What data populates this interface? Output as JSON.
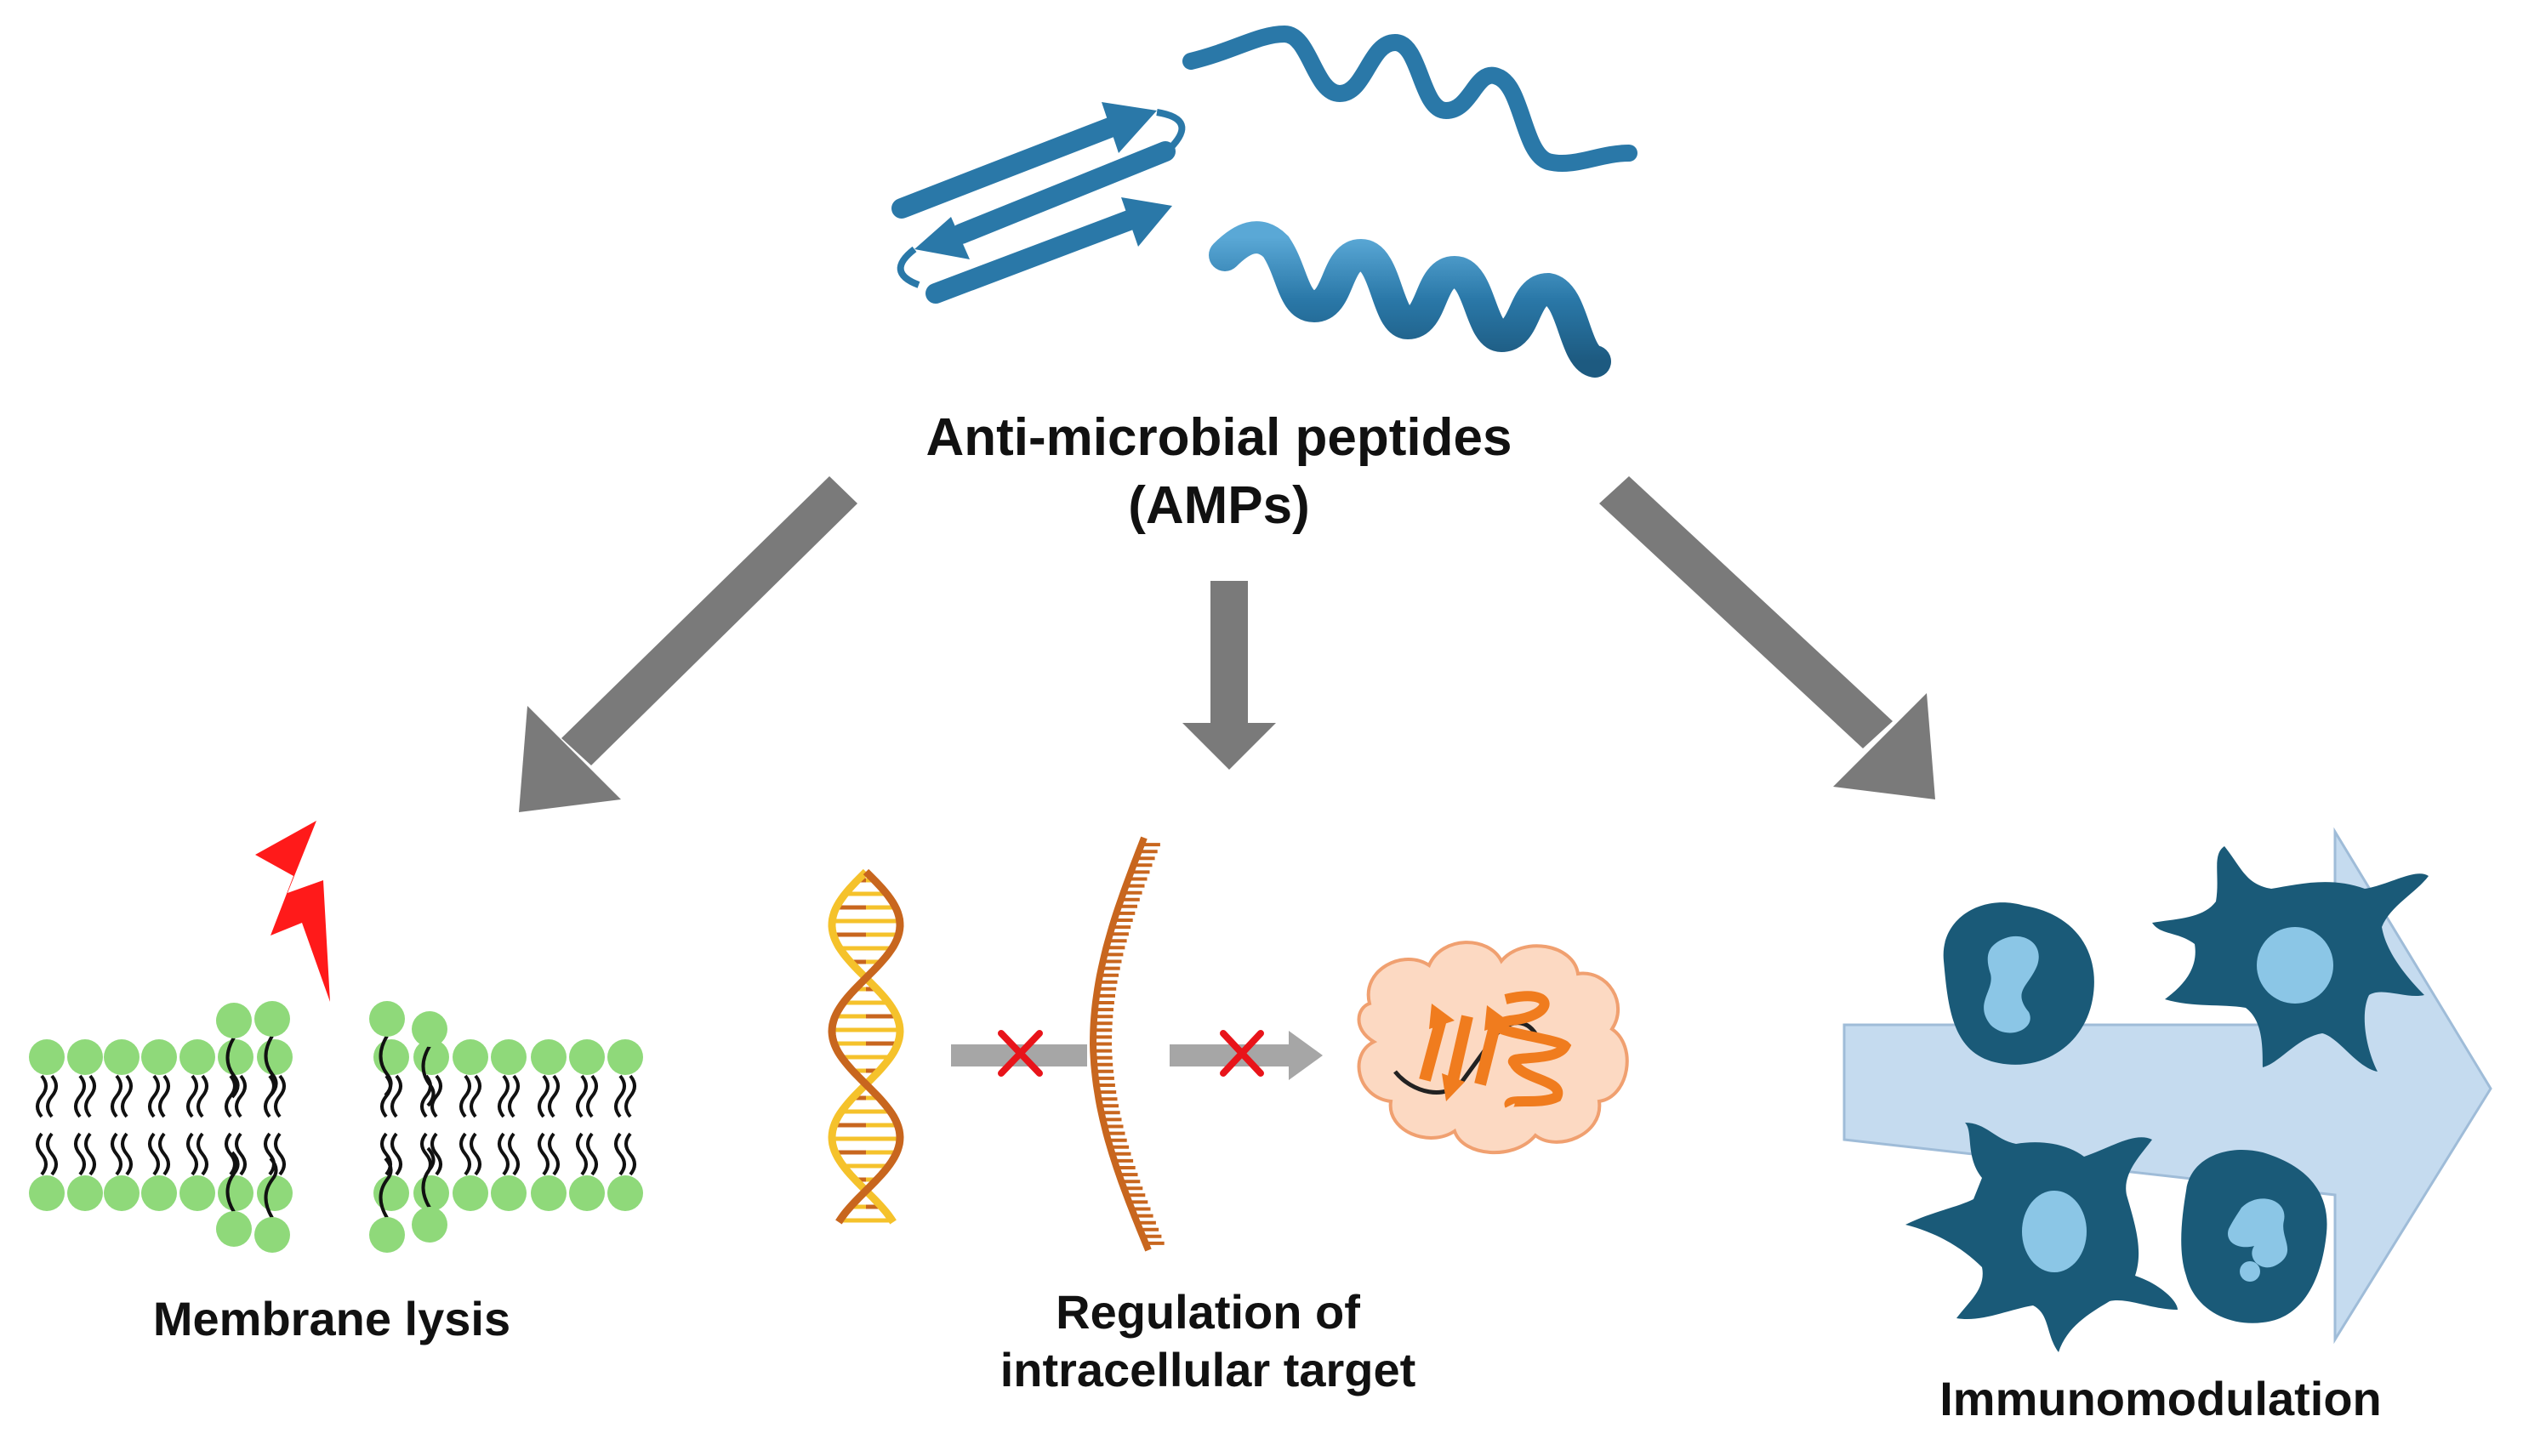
{
  "title": {
    "line1": "Anti-microbial peptides",
    "line2": "(AMPs)"
  },
  "mechanisms": [
    {
      "lines": [
        "Membrane lysis"
      ]
    },
    {
      "lines": [
        "Regulation of",
        "intracellular target"
      ]
    },
    {
      "lines": [
        "Immunomodulation"
      ]
    }
  ],
  "colors": {
    "peptide": "#2a78a8",
    "arrow": "#7a7a7a",
    "lipid_head": "#8fd97a",
    "lightning": "#ff1a1a",
    "dna_strand": "#c8661e",
    "dna_rung_light": "#f5c22b",
    "rna": "#c8661e",
    "block_x": "#e8141a",
    "protein_cloud": "#fcd9c2",
    "protein": "#f07c1e",
    "immune_cell": "#1a5a78",
    "nucleus": "#8bc6e6",
    "big_arrow": "#c5dbef"
  }
}
